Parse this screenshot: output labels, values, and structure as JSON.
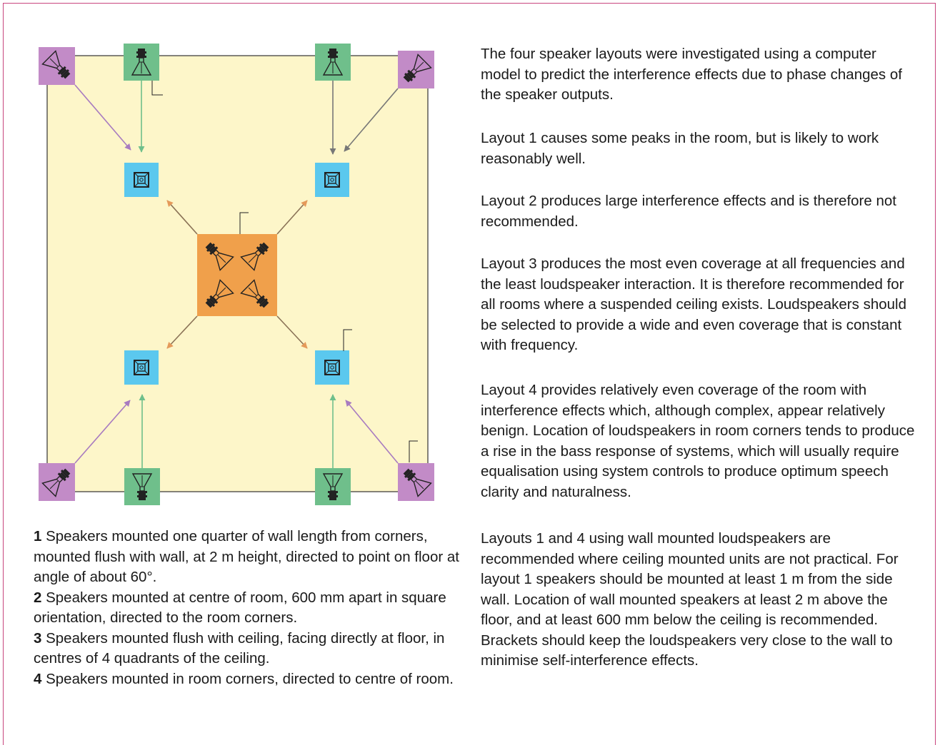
{
  "colors": {
    "frame": "#c8457e",
    "room_fill": "#fdf6c9",
    "layout_1_box": "#6fbf8b",
    "layout_1_arrow": "#6fbf8b",
    "layout_2_box": "#f0a04b",
    "layout_2_arrow": "#8a7256",
    "layout_3_box": "#5bc8ee",
    "layout_4_box": "#c28bc7",
    "layout_4_arrow": "#a87bc0"
  },
  "icons": {
    "wall_speaker": "horn-speaker-icon",
    "ceiling_speaker": "ceiling-speaker-icon"
  },
  "paragraphs": [
    "The four speaker layouts were investigated using a computer model to predict the interference effects due to phase changes of the speaker outputs.",
    "Layout 1 causes some peaks in the room, but is likely to work reasonably well.",
    "Layout 2 produces large interference effects and is therefore not recommended.",
    "Layout 3 produces the most even coverage at all frequencies and the least loudspeaker interaction. It is therefore recommended for all rooms where a suspended ceiling exists. Loudspeakers should be selected to provide a wide and even coverage that is constant with frequency.",
    "Layout 4 provides relatively even coverage of the room with interference effects which, although complex, appear relatively benign. Location of loudspeakers in room corners tends to produce a rise in the bass response of systems, which will usually require equalisation using system controls to produce optimum speech clarity and naturalness.",
    "Layouts 1 and 4 using wall mounted loudspeakers are recommended where ceiling mounted units are not practical. For layout 1 speakers should be mounted at least 1 m from the side wall. Location of wall mounted speakers at least 2 m above the floor, and at least 600 mm below the ceiling is recommended. Brackets should keep the loudspeakers very close to the wall to minimise self-interference effects."
  ],
  "legend": [
    {
      "num": "1",
      "text": " Speakers mounted one quarter of wall length from corners, mounted flush with wall, at 2 m height, directed to point on floor at angle of about 60°."
    },
    {
      "num": "2",
      "text": " Speakers mounted at centre of room, 600 mm apart in square orientation, directed to the room corners."
    },
    {
      "num": "3",
      "text": " Speakers mounted flush with ceiling, facing directly at floor, in centres of 4 quadrants of the ceiling."
    },
    {
      "num": "4",
      "text": " Speakers mounted in room corners, directed to centre of room."
    }
  ]
}
